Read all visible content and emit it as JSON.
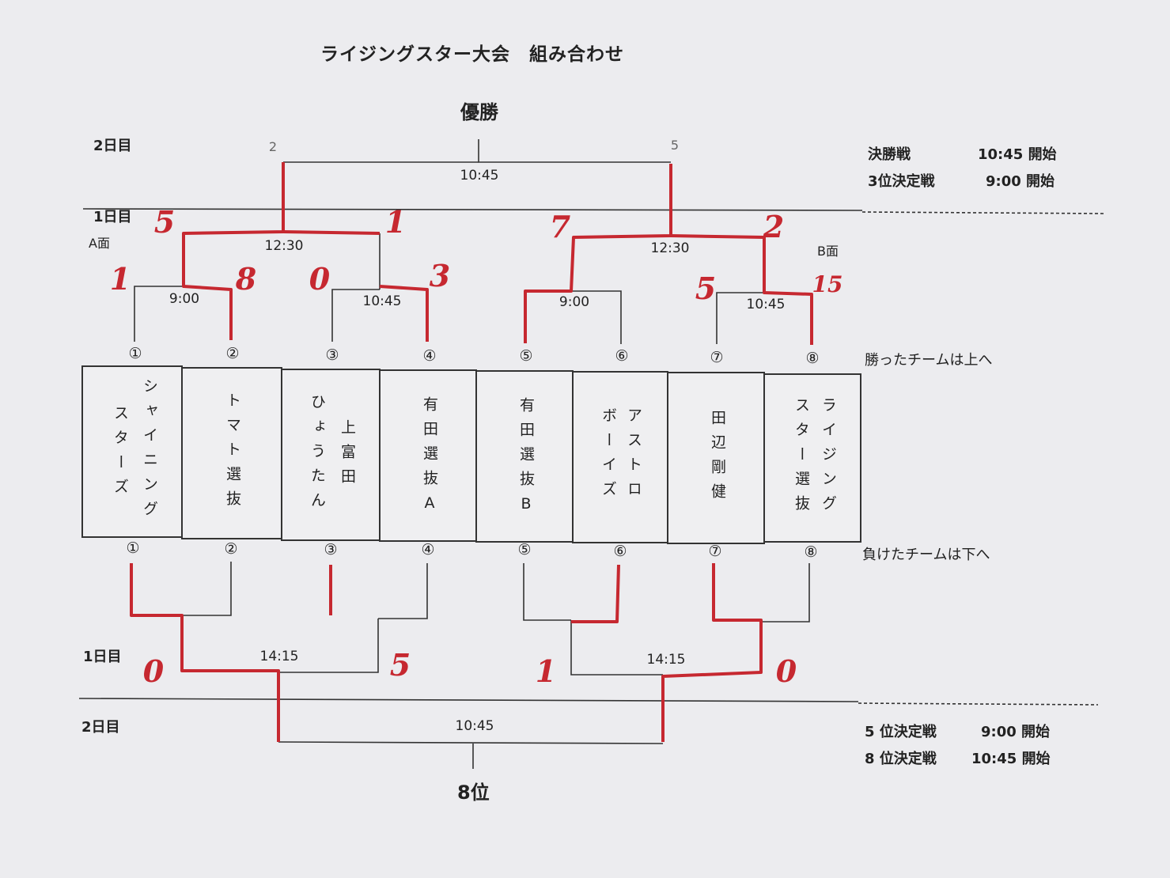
{
  "title": "ライジングスター大会　組み合わせ",
  "champion_label": "優勝",
  "eighth_label": "8位",
  "day_labels": {
    "day2_top": "2日目",
    "day1_top": "1日目",
    "day1_bottom": "1日目",
    "day2_bottom": "2日目"
  },
  "court_labels": {
    "a": "A面",
    "b": "B面"
  },
  "times": {
    "final": "10:45",
    "semi_left": "12:30",
    "semi_right": "12:30",
    "r1_1": "9:00",
    "r1_2": "10:45",
    "r1_3": "9:00",
    "r1_4": "10:45",
    "consolation_left": "14:15",
    "consolation_right": "14:15",
    "consolation_final": "10:45"
  },
  "numbers": [
    "①",
    "②",
    "③",
    "④",
    "⑤",
    "⑥",
    "⑦",
    "⑧"
  ],
  "winners_note": "勝ったチームは上へ",
  "losers_note": "負けたチームは下へ",
  "schedule_top": [
    {
      "label": "決勝戦",
      "time": "10:45 開始"
    },
    {
      "label": "3位決定戦",
      "time": "9:00 開始"
    }
  ],
  "schedule_bottom": [
    {
      "label": "5 位決定戦",
      "time": "9:00 開始"
    },
    {
      "label": "8 位決定戦",
      "time": "10:45 開始"
    }
  ],
  "teams": [
    {
      "lines": [
        "シャイニング",
        "スターズ"
      ]
    },
    {
      "lines": [
        "トマト選抜"
      ]
    },
    {
      "lines": [
        "上富田",
        "ひょうたん"
      ]
    },
    {
      "lines": [
        "有田選抜A"
      ]
    },
    {
      "lines": [
        "有田選抜B"
      ]
    },
    {
      "lines": [
        "アストロ",
        "ボーイズ"
      ]
    },
    {
      "lines": [
        "田辺剛健"
      ]
    },
    {
      "lines": [
        "ライジング",
        "スター選抜"
      ]
    }
  ],
  "scores": {
    "final_left": "2",
    "final_right": "5",
    "semi_1": "5",
    "semi_2": "1",
    "semi_3": "7",
    "semi_4": "2",
    "r1_t1": "1",
    "r1_t2": "8",
    "r1_t3": "0",
    "r1_t4": "3",
    "r1_t7": "5",
    "r1_t8": "15",
    "cons_left_a": "0",
    "cons_left_b": "5",
    "cons_right_a": "1",
    "cons_right_b": "0"
  }
}
